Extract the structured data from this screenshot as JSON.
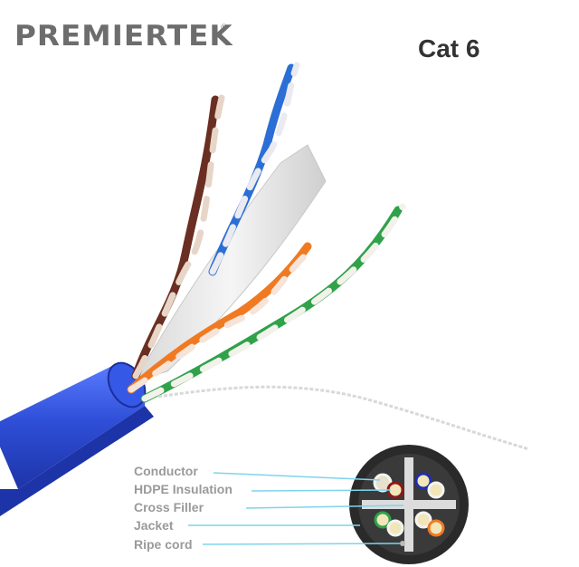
{
  "brand": {
    "logo_text": "PREMIERTEK",
    "registered_mark": "®"
  },
  "product": {
    "category_title": "Cat 6"
  },
  "legend": {
    "items": [
      {
        "label": "Conductor"
      },
      {
        "label": "HDPE Insulation"
      },
      {
        "label": "Cross Filler"
      },
      {
        "label": "Jacket"
      },
      {
        "label": "Ripe cord"
      }
    ]
  },
  "colors": {
    "jacket": "#2f4fd8",
    "pair_blue": "#2b6fd6",
    "pair_orange": "#f07a22",
    "pair_green": "#2fa24a",
    "pair_brown": "#6a2f22",
    "cross_filler": "#e8e8e8",
    "leader_line": "#7fd4ee"
  },
  "icons": [
    "cable-photo",
    "cable-cross-section-icon"
  ]
}
